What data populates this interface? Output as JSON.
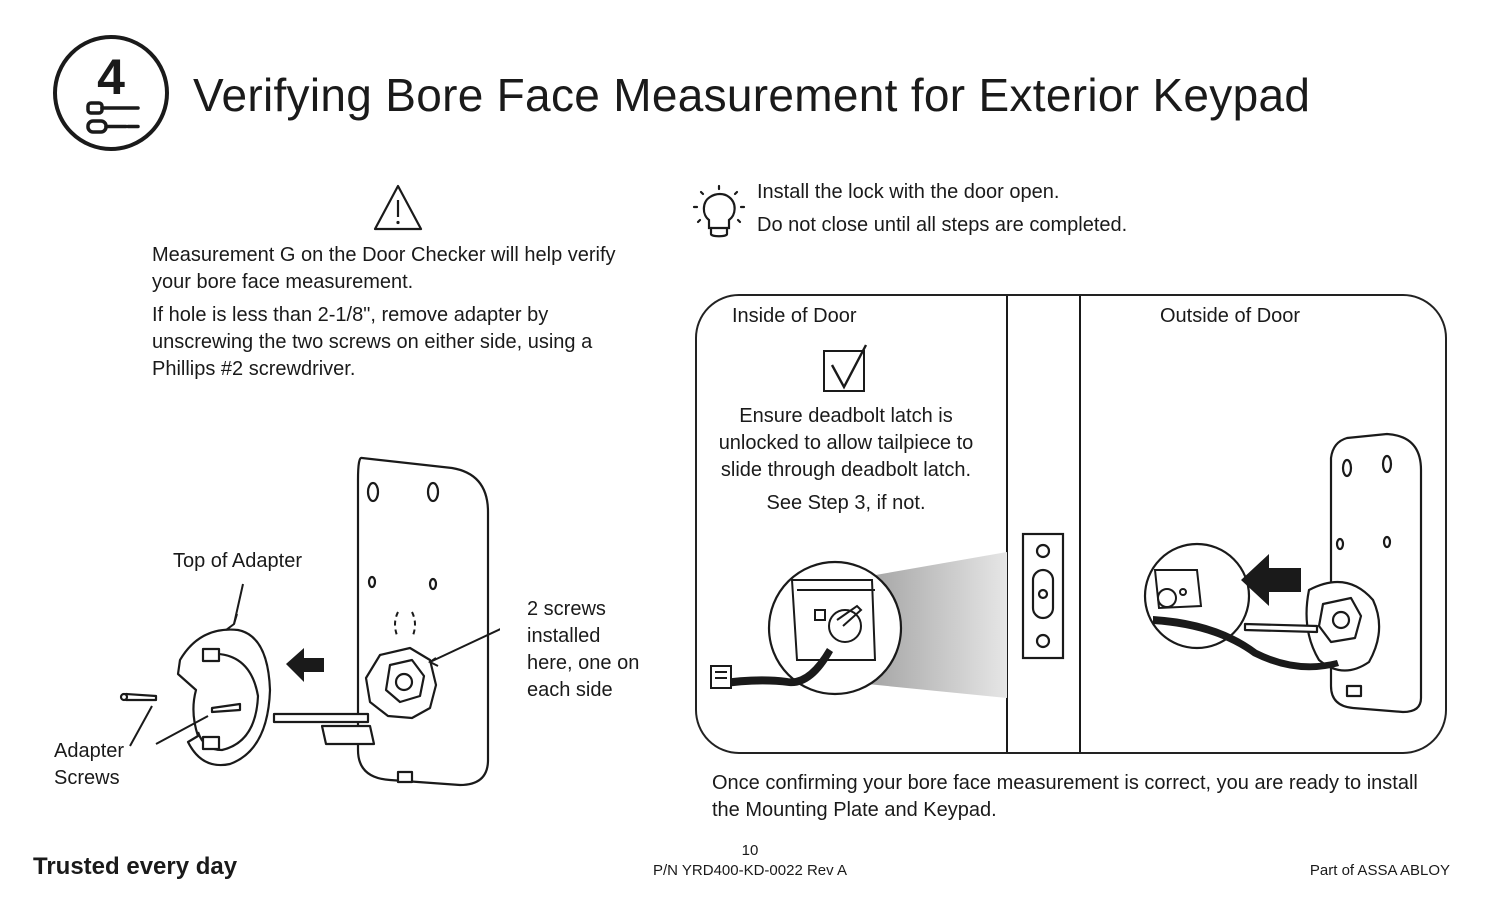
{
  "header": {
    "step_number": "4",
    "title": "Verifying Bore Face Measurement for Exterior Keypad"
  },
  "left_section": {
    "paragraph_1": "Measurement G on the Door Checker will help verify your bore face measurement.",
    "paragraph_2": "If hole is less than 2-1/8\", remove adapter by unscrewing the two screws on either side, using a Phillips #2 screwdriver.",
    "label_top_of_adapter": "Top of Adapter",
    "label_adapter_screws_line1": "Adapter",
    "label_adapter_screws_line2": "Screws",
    "label_two_screws_line1": "2 screws",
    "label_two_screws_line2": "installed",
    "label_two_screws_line3": "here, one on",
    "label_two_screws_line4": "each side"
  },
  "tip": {
    "line_1": "Install the lock with the door open.",
    "line_2": "Do not close until all steps are completed."
  },
  "panel": {
    "inside_label": "Inside of Door",
    "outside_label": "Outside of Door",
    "inside_text": "Ensure deadbolt latch is unlocked to allow tailpiece to slide through deadbolt latch.",
    "inside_note": "See Step 3, if not."
  },
  "bottom_text": "Once confirming your bore face measurement is correct, you are ready to install the Mounting Plate and Keypad.",
  "footer": {
    "brand": "Trusted every day",
    "page_number": "10",
    "part_number": "P/N YRD400-KD-0022  Rev A",
    "company": "Part of ASSA ABLOY"
  },
  "icons": [
    "step-tools-icon",
    "warning-icon",
    "lightbulb-icon",
    "checkbox-icon",
    "arrow-left-icon"
  ]
}
